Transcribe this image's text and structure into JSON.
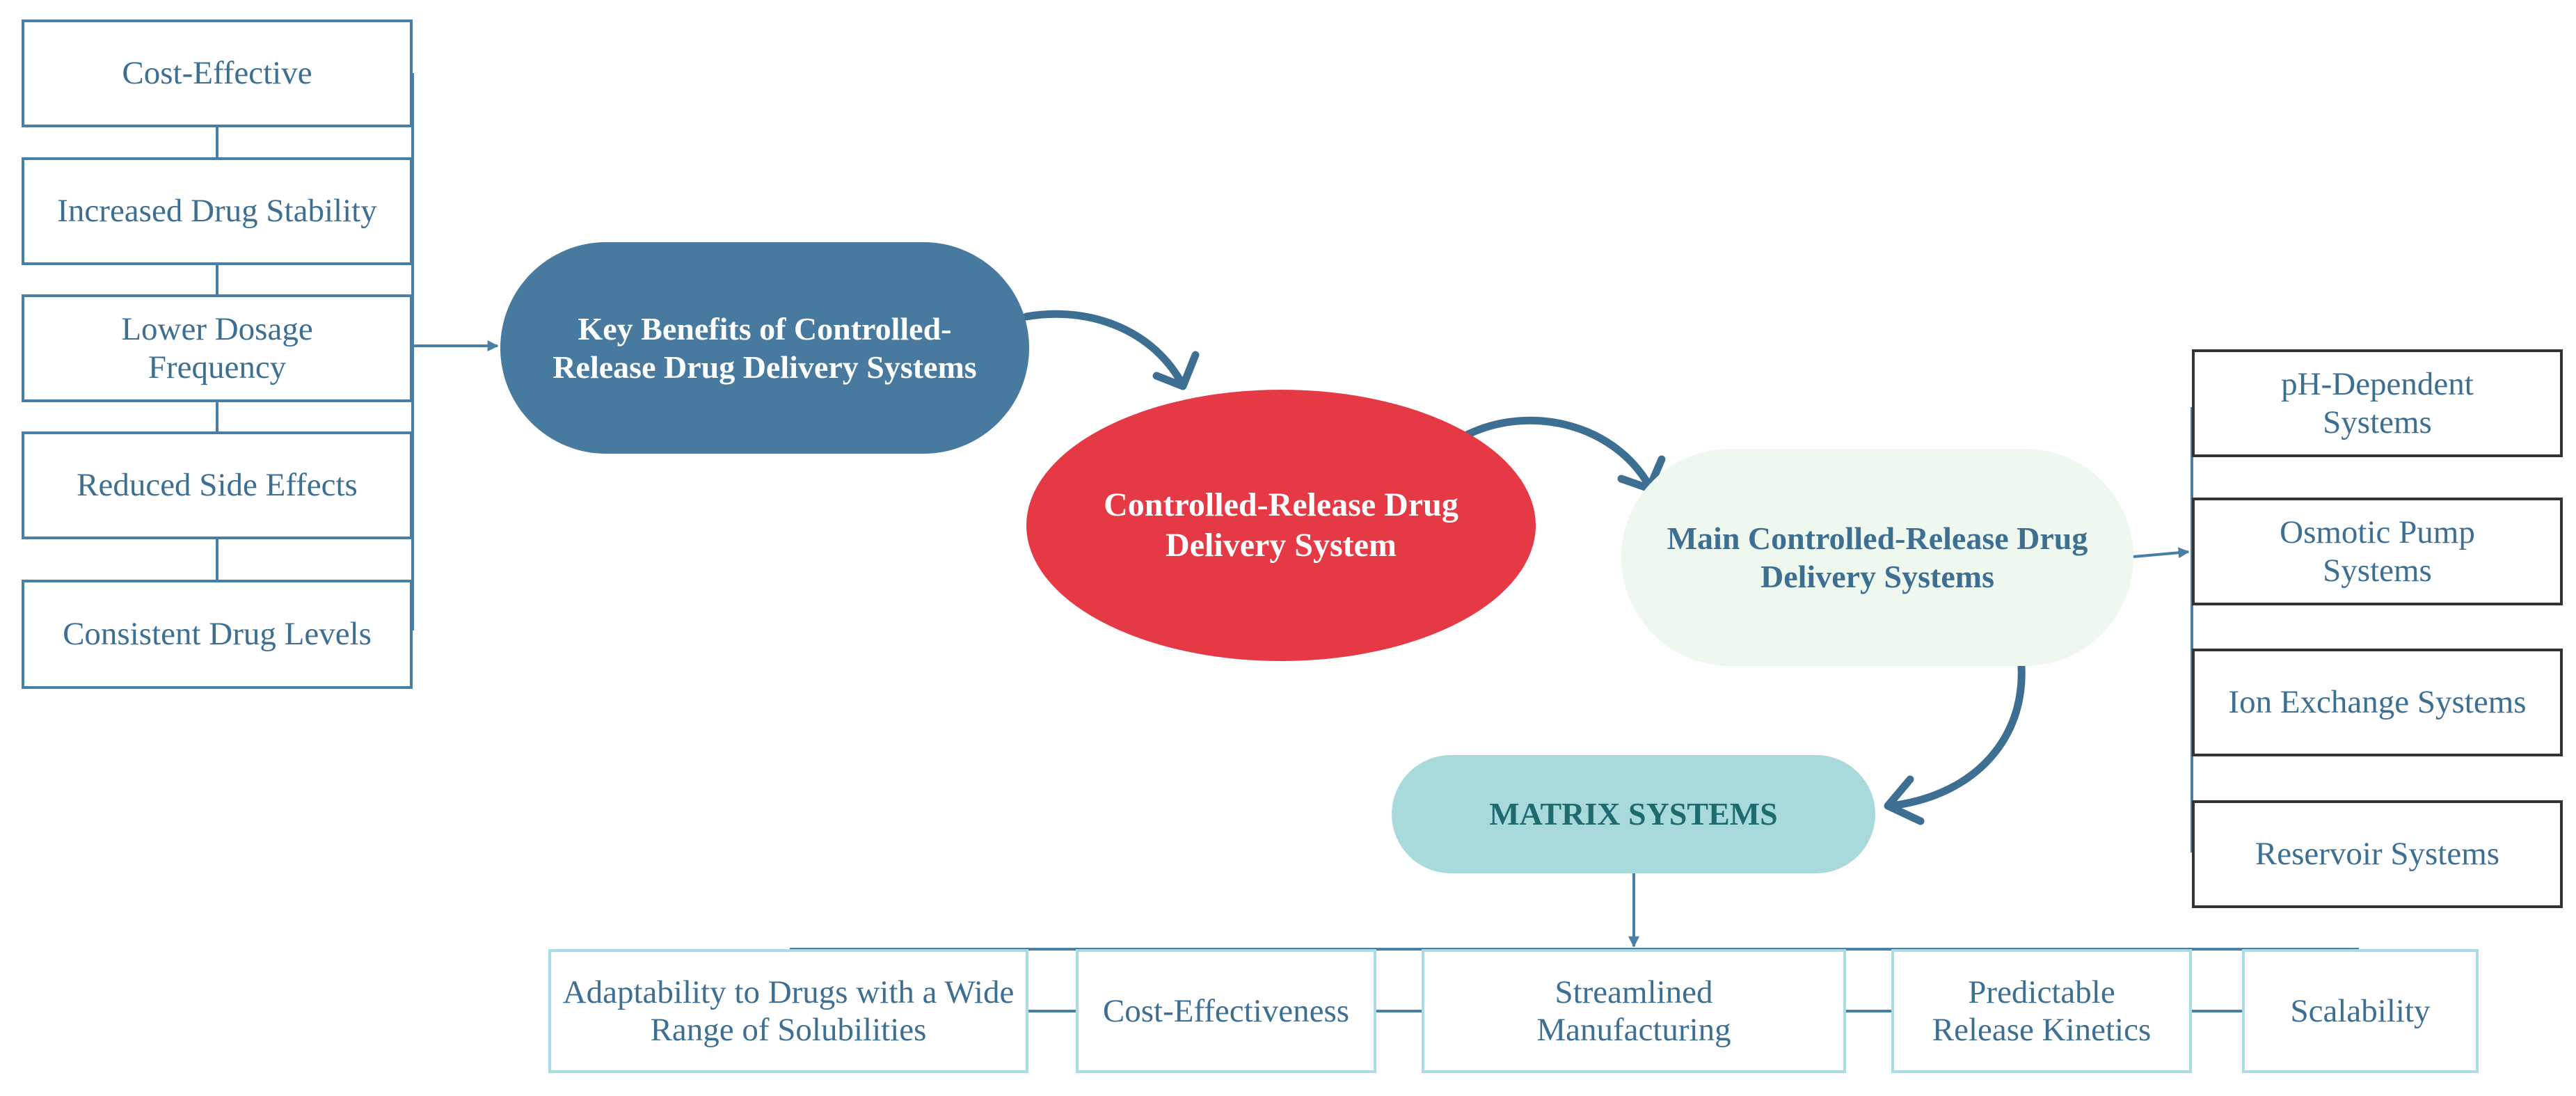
{
  "benefits": {
    "items": [
      "Cost-Effective",
      "Increased Drug Stability",
      "Lower Dosage Frequency",
      "Reduced Side Effects",
      "Consistent Drug Levels"
    ]
  },
  "nodes": {
    "key_benefits": "Key Benefits of Controlled-Release Drug Delivery Systems",
    "controlled_release": "Controlled-Release Drug Delivery System",
    "main_systems": "Main Controlled-Release Drug Delivery Systems",
    "matrix": "MATRIX SYSTEMS"
  },
  "main_systems": {
    "items": [
      "pH-Dependent Systems",
      "Osmotic Pump Systems",
      "Ion Exchange Systems",
      "Reservoir Systems"
    ]
  },
  "matrix_features": {
    "items": [
      "Adaptability to Drugs with a Wide Range of Solubilities",
      "Cost-Effectiveness",
      "Streamlined Manufacturing",
      "Predictable Release Kinetics",
      "Scalability"
    ]
  },
  "colors": {
    "key_benefits_fill": "#477a9e",
    "controlled_release_fill": "#e63946",
    "main_systems_fill": "#eef8ee",
    "matrix_fill": "#a8dadc",
    "connector": "#3d6f93"
  }
}
